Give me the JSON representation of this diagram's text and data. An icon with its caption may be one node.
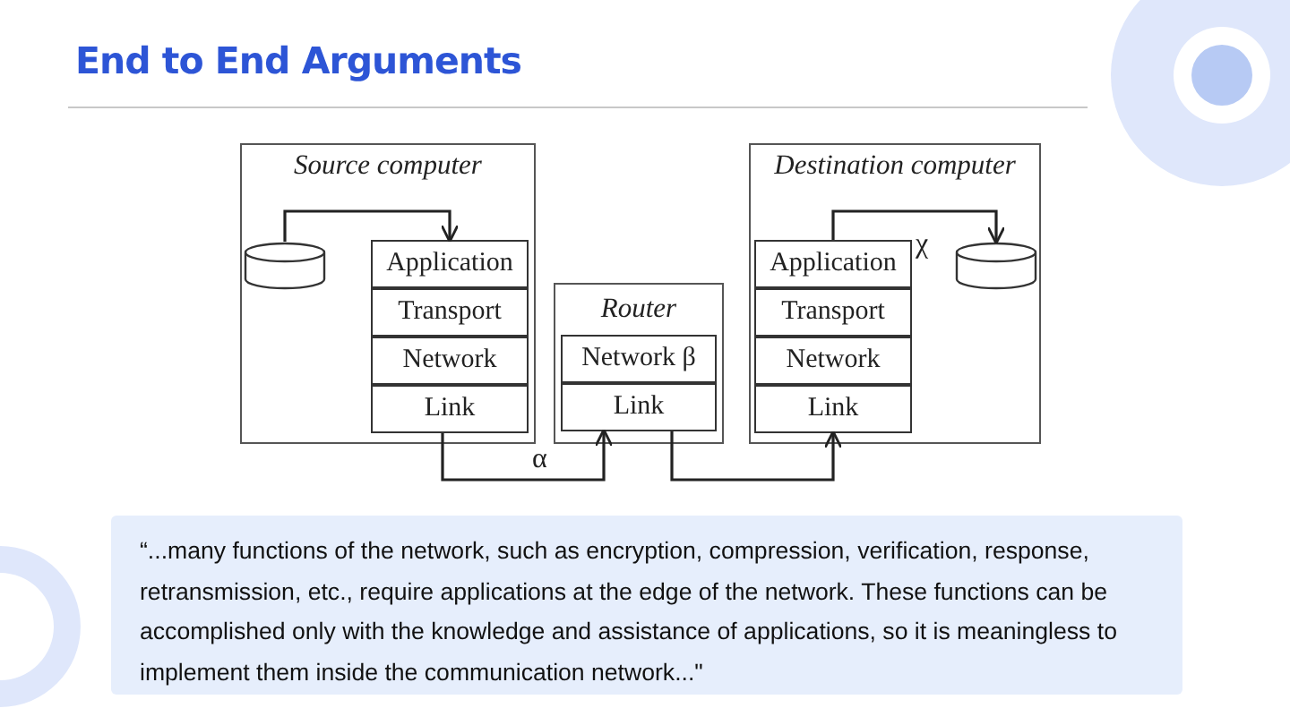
{
  "diagram": {
    "title": "End to End Arguments",
    "nodes": [
      {
        "text": [
          "Source computer"
        ]
      },
      {
        "text": [],
        "shape": "cylinder",
        "in": 0
      },
      {
        "text": [
          "Application"
        ],
        "in": 0
      },
      {
        "text": [
          "Transport"
        ],
        "in": 0
      },
      {
        "text": [
          "Network"
        ],
        "in": 0
      },
      {
        "text": [
          "Link"
        ],
        "in": 0
      },
      {
        "text": [
          "Router"
        ]
      },
      {
        "text": [
          "Network β"
        ],
        "in": 6
      },
      {
        "text": [
          "Link"
        ],
        "in": 6
      },
      {
        "text": [
          "Destination computer"
        ]
      },
      {
        "text": [
          "Application"
        ],
        "in": 9
      },
      {
        "text": [
          "Transport"
        ],
        "in": 9
      },
      {
        "text": [
          "Network"
        ],
        "in": 9
      },
      {
        "text": [
          "Link"
        ],
        "in": 9
      },
      {
        "text": [],
        "shape": "cylinder",
        "in": 9
      },
      {
        "text": [
          "“...many functions of the network, such as encryption, compression, verification, response, retransmission, etc., require applications at the edge of the network. These functions can be accomplished only with the knowledge and assistance of applications, so it is meaningless to implement them inside the communication network...\""
        ]
      }
    ],
    "edges": [
      {
        "from": 1,
        "to": 2,
        "arrow": "to"
      },
      {
        "from": 5,
        "to": 8,
        "arrow": "to",
        "label": "α"
      },
      {
        "from": 8,
        "to": 13,
        "arrow": "to"
      },
      {
        "from": 10,
        "to": 14,
        "arrow": "to",
        "label": "χ"
      }
    ]
  }
}
